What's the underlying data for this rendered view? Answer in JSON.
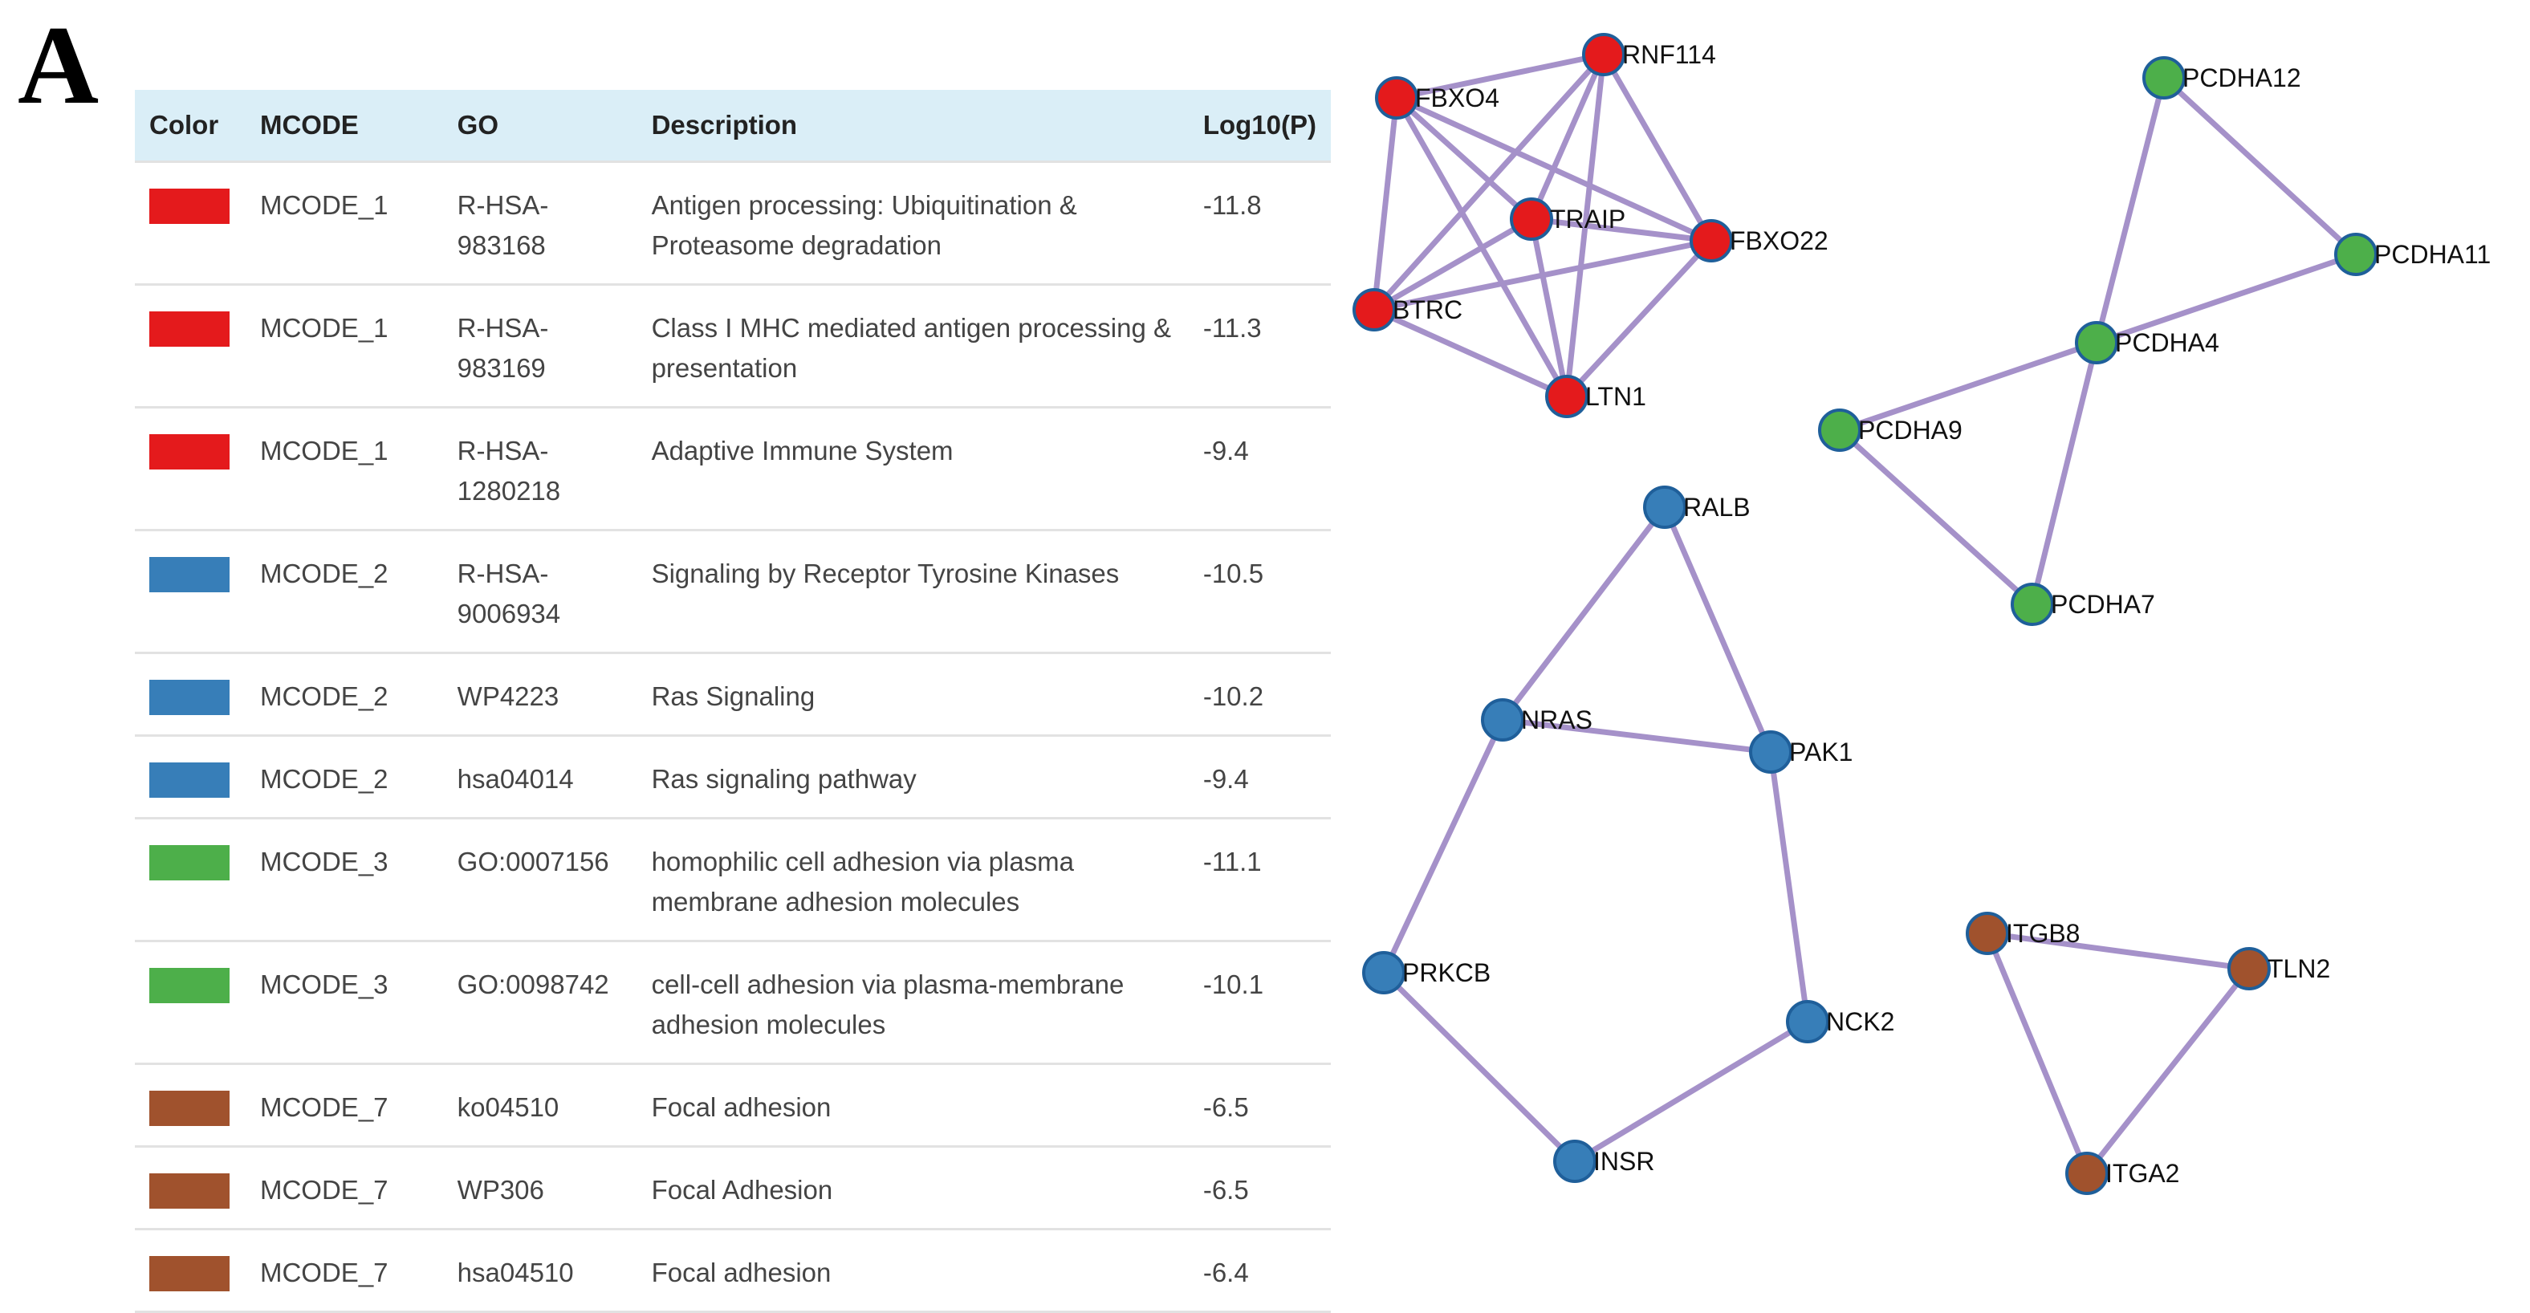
{
  "panel_label": "A",
  "table": {
    "headers": {
      "color": "Color",
      "mcode": "MCODE",
      "go": "GO",
      "description": "Description",
      "log10p": "Log10(P)"
    },
    "rows": [
      {
        "color": "#e41a1c",
        "mcode": "MCODE_1",
        "go": "R-HSA-983168",
        "description": "Antigen processing: Ubiquitination & Proteasome degradation",
        "log10p": "-11.8"
      },
      {
        "color": "#e41a1c",
        "mcode": "MCODE_1",
        "go": "R-HSA-983169",
        "description": "Class I MHC mediated antigen processing & presentation",
        "log10p": "-11.3"
      },
      {
        "color": "#e41a1c",
        "mcode": "MCODE_1",
        "go": "R-HSA-1280218",
        "description": "Adaptive Immune System",
        "log10p": "-9.4"
      },
      {
        "color": "#377eb8",
        "mcode": "MCODE_2",
        "go": "R-HSA-9006934",
        "description": "Signaling by Receptor Tyrosine Kinases",
        "log10p": "-10.5"
      },
      {
        "color": "#377eb8",
        "mcode": "MCODE_2",
        "go": "WP4223",
        "description": "Ras Signaling",
        "log10p": "-10.2"
      },
      {
        "color": "#377eb8",
        "mcode": "MCODE_2",
        "go": "hsa04014",
        "description": "Ras signaling pathway",
        "log10p": "-9.4"
      },
      {
        "color": "#4daf4a",
        "mcode": "MCODE_3",
        "go": "GO:0007156",
        "description": "homophilic cell adhesion via plasma membrane adhesion molecules",
        "log10p": "-11.1"
      },
      {
        "color": "#4daf4a",
        "mcode": "MCODE_3",
        "go": "GO:0098742",
        "description": "cell-cell adhesion via plasma-membrane adhesion molecules",
        "log10p": "-10.1"
      },
      {
        "color": "#a0522d",
        "mcode": "MCODE_7",
        "go": "ko04510",
        "description": "Focal adhesion",
        "log10p": "-6.5"
      },
      {
        "color": "#a0522d",
        "mcode": "MCODE_7",
        "go": "WP306",
        "description": "Focal Adhesion",
        "log10p": "-6.5"
      },
      {
        "color": "#a0522d",
        "mcode": "MCODE_7",
        "go": "hsa04510",
        "description": "Focal adhesion",
        "log10p": "-6.4"
      }
    ]
  },
  "network": {
    "colors": {
      "edge": "#a591c9",
      "node_border": "#1f5f9a"
    },
    "clusters": [
      {
        "mcode": "MCODE_1",
        "color": "#e41a1c",
        "nodes": [
          "RNF114",
          "FBXO4",
          "TRAIP",
          "FBXO22",
          "BTRC",
          "LTN1"
        ],
        "edges": [
          [
            "RNF114",
            "FBXO4"
          ],
          [
            "RNF114",
            "TRAIP"
          ],
          [
            "RNF114",
            "FBXO22"
          ],
          [
            "RNF114",
            "BTRC"
          ],
          [
            "RNF114",
            "LTN1"
          ],
          [
            "FBXO4",
            "TRAIP"
          ],
          [
            "FBXO4",
            "FBXO22"
          ],
          [
            "FBXO4",
            "BTRC"
          ],
          [
            "FBXO4",
            "LTN1"
          ],
          [
            "TRAIP",
            "FBXO22"
          ],
          [
            "TRAIP",
            "BTRC"
          ],
          [
            "TRAIP",
            "LTN1"
          ],
          [
            "FBXO22",
            "BTRC"
          ],
          [
            "FBXO22",
            "LTN1"
          ],
          [
            "BTRC",
            "LTN1"
          ]
        ]
      },
      {
        "mcode": "MCODE_3",
        "color": "#4daf4a",
        "nodes": [
          "PCDHA12",
          "PCDHA11",
          "PCDHA4",
          "PCDHA9",
          "PCDHA7"
        ],
        "edges": [
          [
            "PCDHA12",
            "PCDHA11"
          ],
          [
            "PCDHA12",
            "PCDHA4"
          ],
          [
            "PCDHA11",
            "PCDHA4"
          ],
          [
            "PCDHA4",
            "PCDHA9"
          ],
          [
            "PCDHA4",
            "PCDHA7"
          ],
          [
            "PCDHA9",
            "PCDHA7"
          ]
        ]
      },
      {
        "mcode": "MCODE_2",
        "color": "#377eb8",
        "nodes": [
          "RALB",
          "NRAS",
          "PAK1",
          "PRKCB",
          "NCK2",
          "INSR"
        ],
        "edges": [
          [
            "RALB",
            "NRAS"
          ],
          [
            "RALB",
            "PAK1"
          ],
          [
            "NRAS",
            "PAK1"
          ],
          [
            "NRAS",
            "PRKCB"
          ],
          [
            "PAK1",
            "NCK2"
          ],
          [
            "PRKCB",
            "INSR"
          ],
          [
            "NCK2",
            "INSR"
          ]
        ]
      },
      {
        "mcode": "MCODE_7",
        "color": "#a0522d",
        "nodes": [
          "ITGB8",
          "TLN2",
          "ITGA2"
        ],
        "edges": [
          [
            "ITGB8",
            "TLN2"
          ],
          [
            "ITGB8",
            "ITGA2"
          ],
          [
            "TLN2",
            "ITGA2"
          ]
        ]
      }
    ]
  }
}
